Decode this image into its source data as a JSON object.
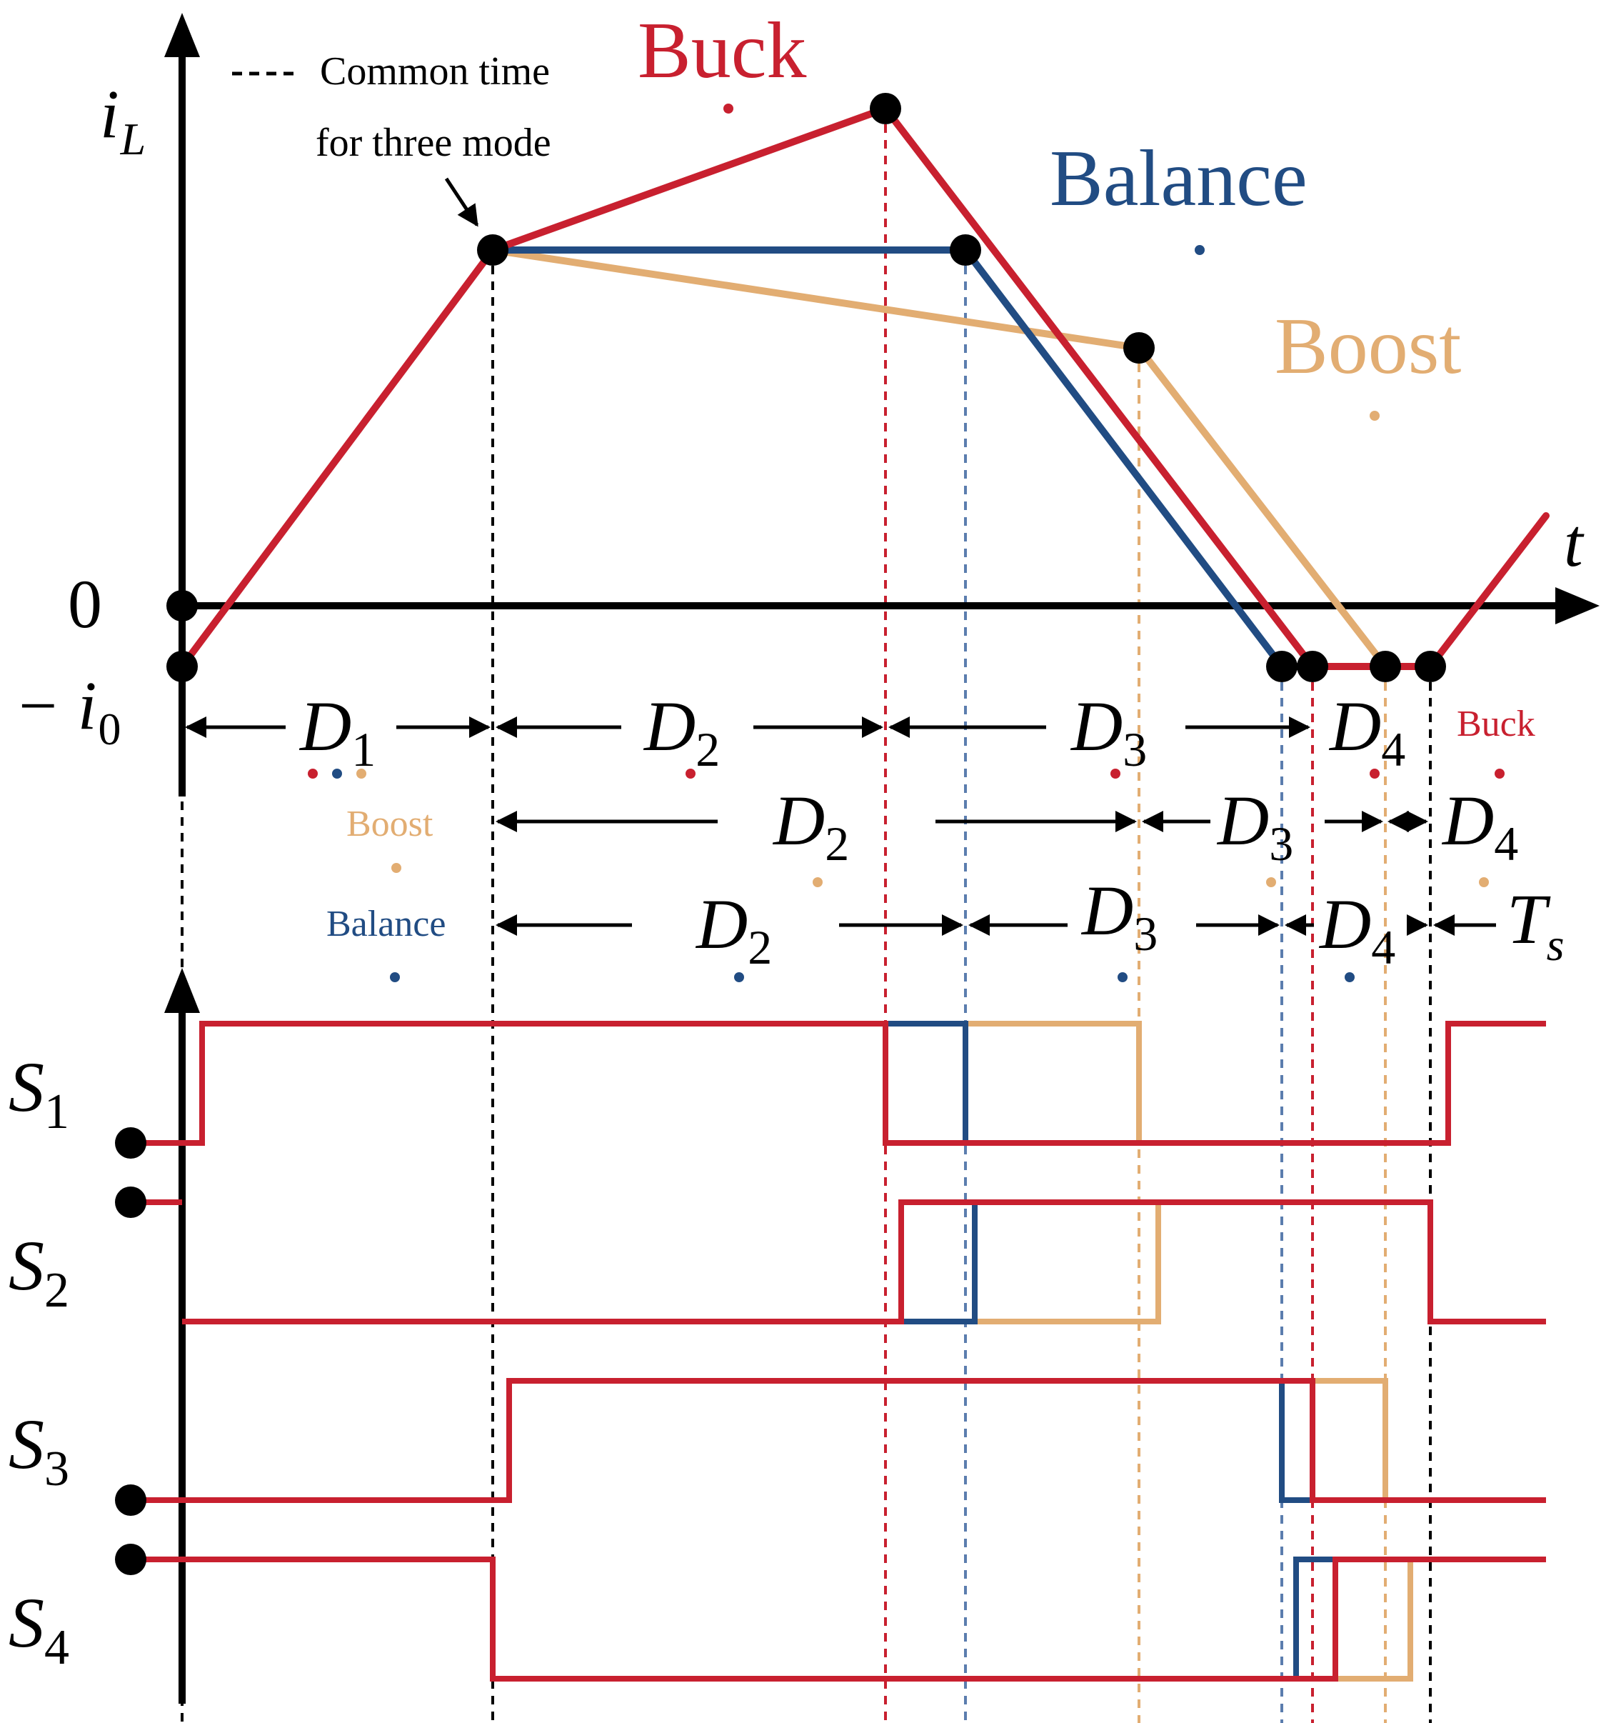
{
  "colors": {
    "buck": "#C8202F",
    "balance": "#214C83",
    "boost": "#E2AD72",
    "axis": "#000000",
    "guide_balance": "#5B7DAE"
  },
  "mode_titles": {
    "buck": "Buck",
    "balance": "Balance",
    "boost": "Boost"
  },
  "legend": {
    "line1": "Common time",
    "line2": "for three mode"
  },
  "axes": {
    "y_main": "i",
    "y_sub": "L",
    "x": "t",
    "zero": "0",
    "neg_main": "− i",
    "neg_sub": "0"
  },
  "intervals": {
    "buck_label": "Buck",
    "boost_label": "Boost",
    "balance_label": "Balance",
    "D1": "D",
    "D1_sub": "1",
    "D2": "D",
    "D2_sub": "2",
    "D3": "D",
    "D3_sub": "3",
    "D4": "D",
    "D4_sub": "4",
    "Ts": "T",
    "Ts_sub": "s"
  },
  "switches": [
    {
      "main": "S",
      "sub": "1"
    },
    {
      "main": "S",
      "sub": "2"
    },
    {
      "main": "S",
      "sub": "3"
    },
    {
      "main": "S",
      "sub": "4"
    }
  ]
}
